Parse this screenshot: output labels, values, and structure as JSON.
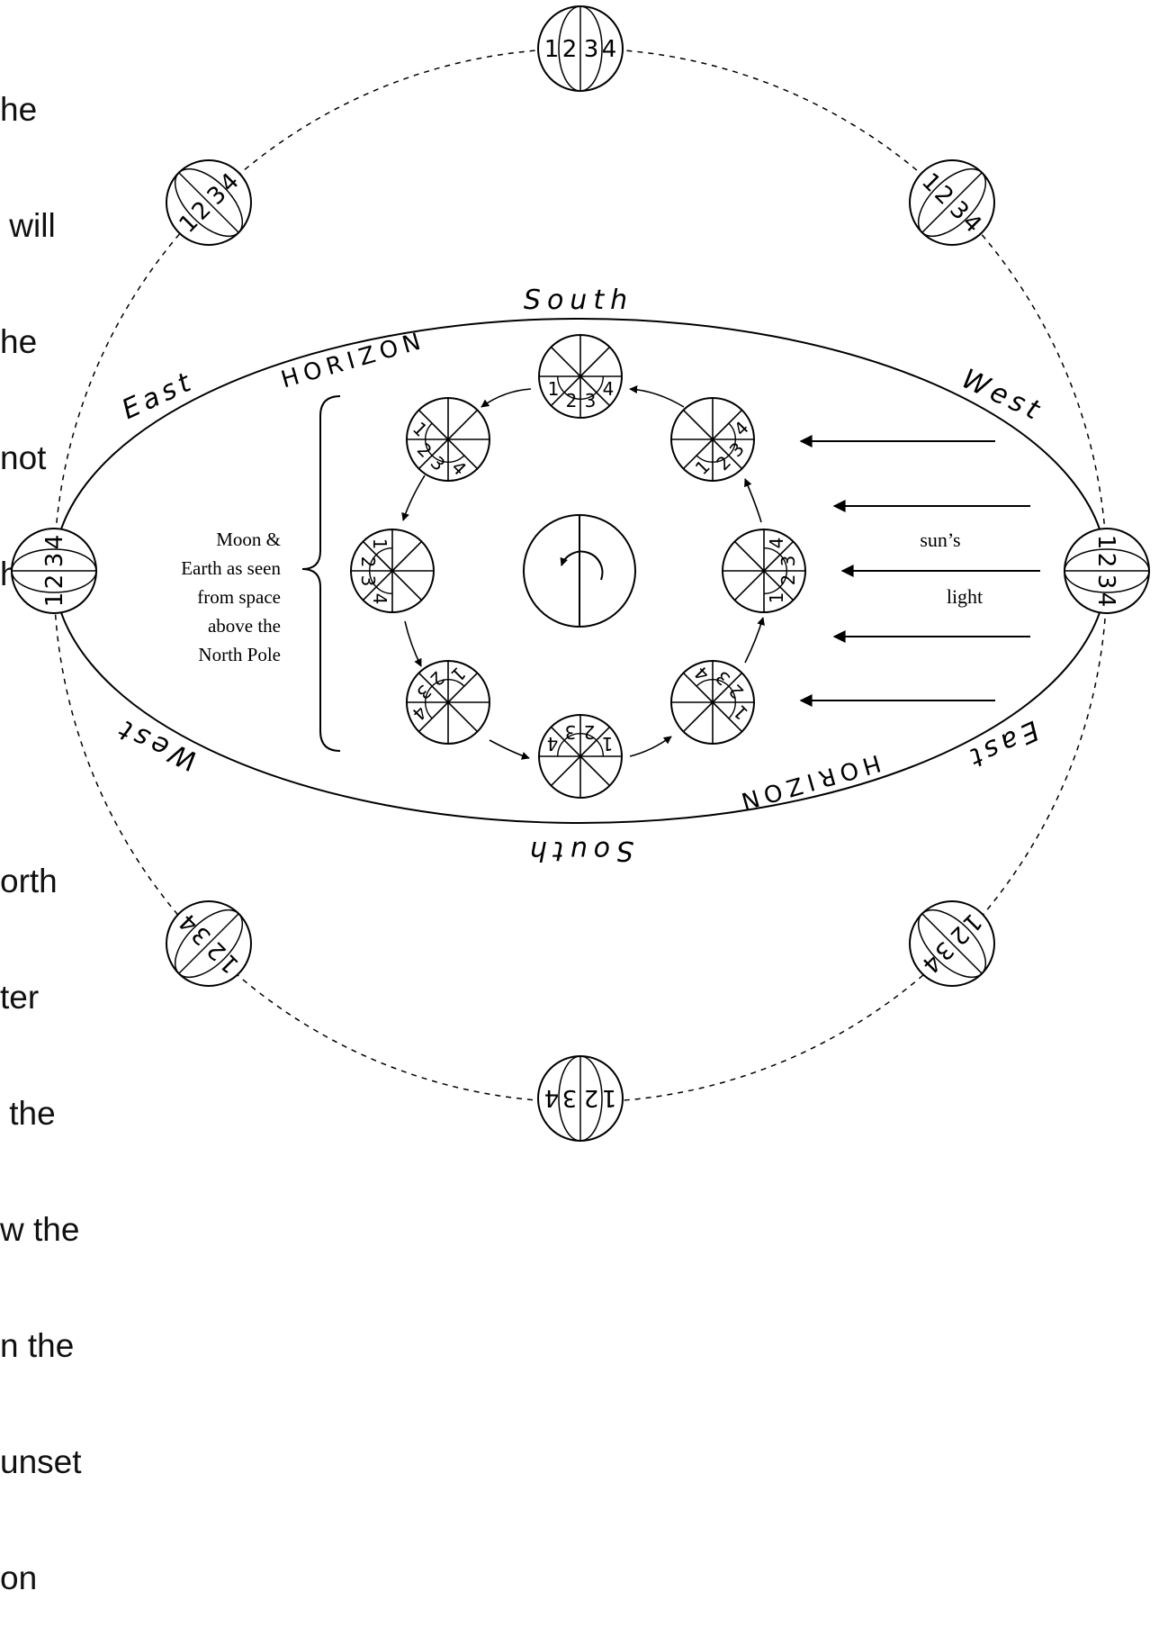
{
  "side_text": {
    "top_lines": [
      "he",
      " will",
      "he",
      "not",
      "he"
    ],
    "bottom_lines": [
      "orth",
      "ter",
      " the",
      "w the",
      "n the",
      "unset",
      "on"
    ]
  },
  "diagram": {
    "compass": {
      "south_top": "South",
      "south_bottom": "South",
      "east_upper": "East",
      "east_lower": "East",
      "west_upper": "West",
      "west_lower": "West",
      "horizon_upper": "HORIZON",
      "horizon_lower": "HORIZON"
    },
    "brace_caption": [
      "Moon &",
      "Earth as seen",
      "from space",
      "above the",
      "North Pole"
    ],
    "sunlight": [
      "sun’s",
      "light"
    ],
    "quarter_labels": [
      "1",
      "2",
      "3",
      "4"
    ]
  }
}
